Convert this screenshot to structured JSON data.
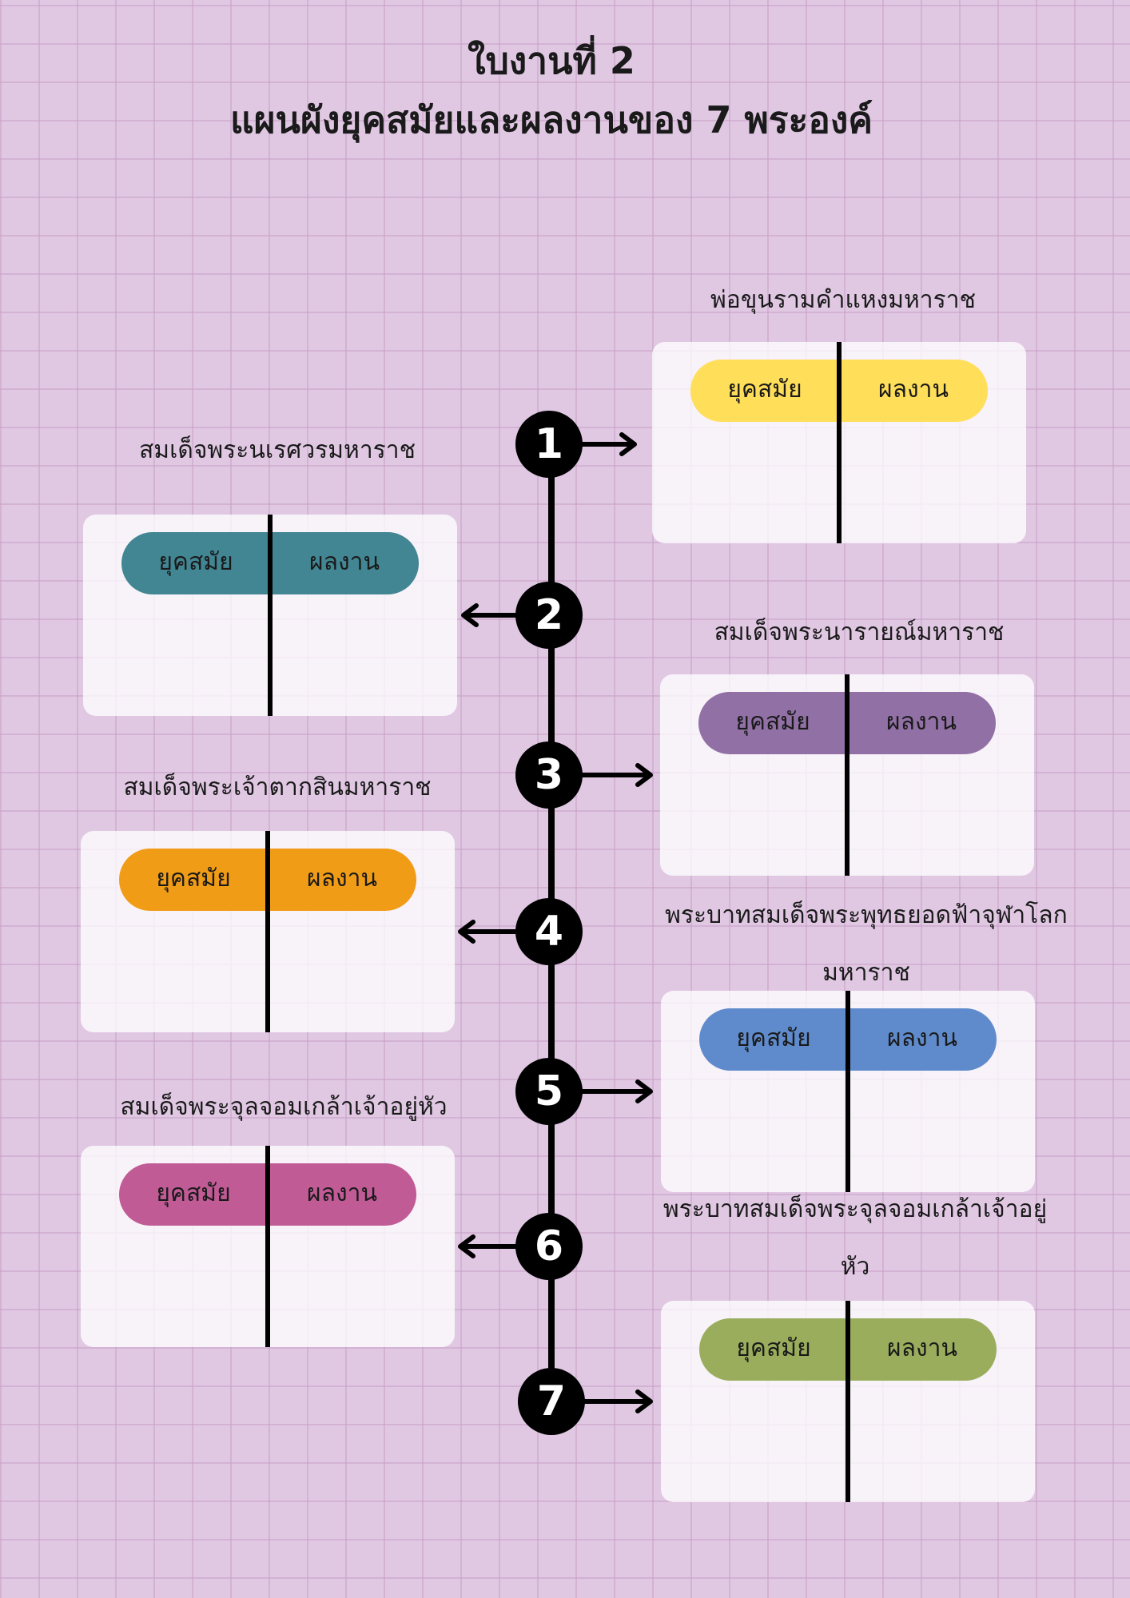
{
  "title_line1": "ใบงานที่ 2",
  "title_line2": "แผนผังยุคสมัยและผลงานของ 7 พระองค์",
  "column_labels": {
    "era": "ยุคสมัย",
    "works": "ผลงาน"
  },
  "kings": [
    {
      "number": "1",
      "name": "พ่อขุนรามคำแหงมหาราช",
      "color": "#ffde59"
    },
    {
      "number": "2",
      "name": "สมเด็จพระนเรศวรมหาราช",
      "color": "#428693"
    },
    {
      "number": "3",
      "name": "สมเด็จพระนารายณ์มหาราช",
      "color": "#9170a5"
    },
    {
      "number": "4",
      "name": "สมเด็จพระเจ้าตากสินมหาราช",
      "color": "#f19c17"
    },
    {
      "number": "5",
      "name": "พระบาทสมเด็จพระพุทธยอดฟ้าจุฬาโลกมหาราช",
      "color": "#5f8bcc"
    },
    {
      "number": "6",
      "name": "สมเด็จพระจุลจอมเกล้าเจ้าอยู่หัว",
      "color": "#c05b96"
    },
    {
      "number": "7",
      "name": "พระบาทสมเด็จพระจุลจอมเกล้าเจ้าอยู่หัว",
      "color": "#99ad5d"
    }
  ]
}
